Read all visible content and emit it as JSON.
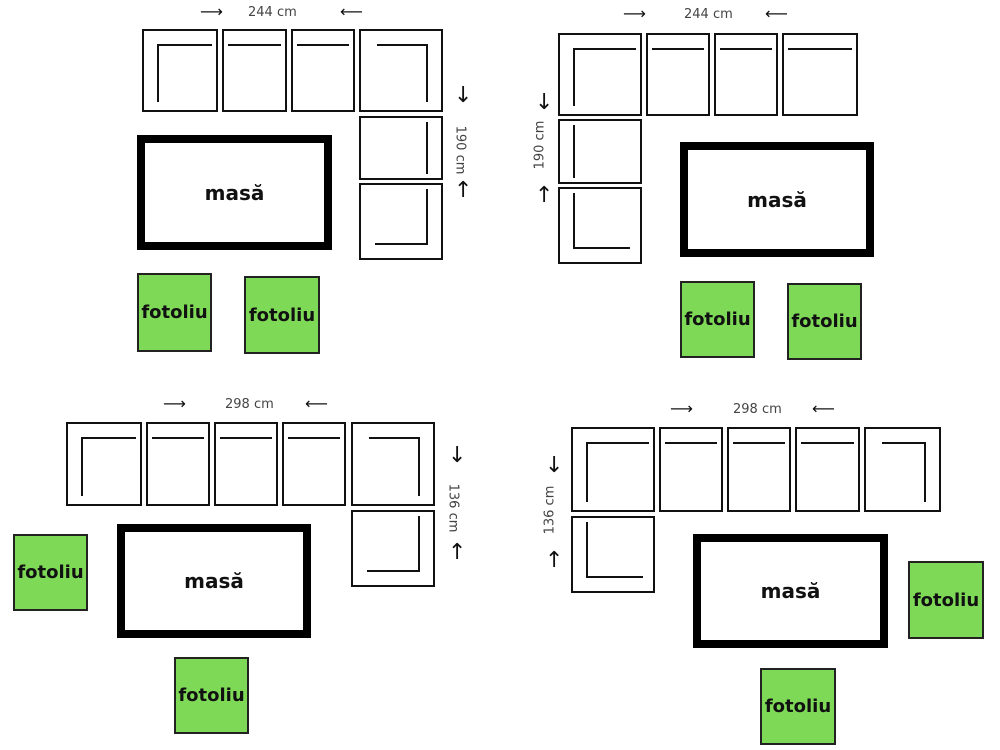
{
  "labels": {
    "table": "masă",
    "armchair": "fotoliu"
  },
  "colors": {
    "armchair": "#7ed957",
    "outline": "#111111"
  },
  "layouts": [
    {
      "name": "layout-top-left",
      "width": "244 cm",
      "depth": "190 cm",
      "modules": 6,
      "armchairs": 2
    },
    {
      "name": "layout-top-right",
      "width": "244 cm",
      "depth": "190 cm",
      "modules": 6,
      "armchairs": 2
    },
    {
      "name": "layout-bottom-left",
      "width": "298 cm",
      "depth": "136 cm",
      "modules": 6,
      "armchairs": 2
    },
    {
      "name": "layout-bottom-right",
      "width": "298 cm",
      "depth": "136 cm",
      "modules": 6,
      "armchairs": 2
    }
  ]
}
